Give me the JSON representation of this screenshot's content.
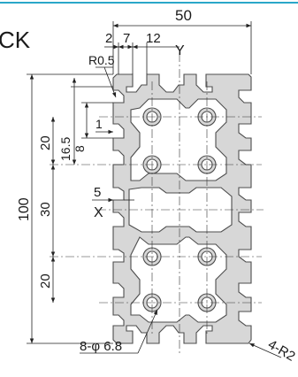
{
  "header": {
    "title_fragment": "CK",
    "accent_line": "#2aa7c9"
  },
  "profile": {
    "fill": "#d7d7d7",
    "outline": "#4d4d4d"
  },
  "dimensions": {
    "overall_width": "50",
    "d2": "2",
    "d7": "7",
    "d12": "12",
    "axis_y": "Y",
    "radius_top": "R0.5",
    "d16_5": "16.5",
    "d8": "8",
    "d1": "1",
    "d20_top": "20",
    "d100": "100",
    "d30": "30",
    "d5": "5",
    "axis_x": "X",
    "d20_bottom": "20",
    "holes": "8-φ 6.8",
    "corner_radius": "4-R2"
  }
}
